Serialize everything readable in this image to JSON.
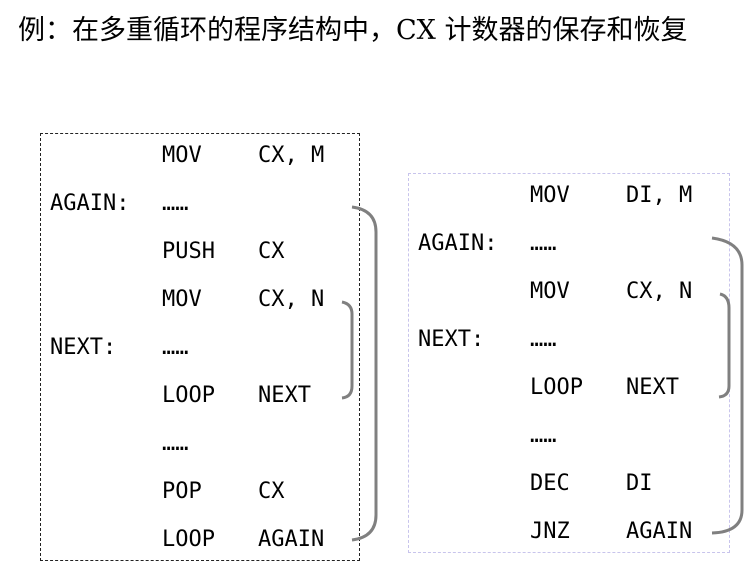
{
  "title": "例：在多重循环的程序结构中，CX 计数器的保存和恢复",
  "left_program": {
    "lines": [
      {
        "label": "",
        "op": "MOV",
        "arg": "CX, M"
      },
      {
        "label": "AGAIN:",
        "op": "……",
        "arg": ""
      },
      {
        "label": "",
        "op": "PUSH",
        "arg": "CX"
      },
      {
        "label": "",
        "op": "MOV",
        "arg": "CX, N"
      },
      {
        "label": "NEXT:",
        "op": "……",
        "arg": ""
      },
      {
        "label": "",
        "op": "LOOP",
        "arg": "NEXT"
      },
      {
        "label": "",
        "op": "……",
        "arg": ""
      },
      {
        "label": "",
        "op": "POP",
        "arg": "CX"
      },
      {
        "label": "",
        "op": "LOOP",
        "arg": "AGAIN"
      }
    ],
    "brackets": [
      {
        "name": "outer-loop",
        "from": "AGAIN",
        "to": "LOOP AGAIN"
      },
      {
        "name": "inner-loop",
        "from": "MOV CX, N",
        "to": "LOOP NEXT"
      }
    ]
  },
  "right_program": {
    "lines": [
      {
        "label": "",
        "op": "MOV",
        "arg": "DI, M"
      },
      {
        "label": "AGAIN:",
        "op": "……",
        "arg": ""
      },
      {
        "label": "",
        "op": "MOV",
        "arg": "CX, N"
      },
      {
        "label": "NEXT:",
        "op": "……",
        "arg": ""
      },
      {
        "label": "",
        "op": "LOOP",
        "arg": "NEXT"
      },
      {
        "label": "",
        "op": "……",
        "arg": ""
      },
      {
        "label": "",
        "op": "DEC",
        "arg": "DI"
      },
      {
        "label": "",
        "op": "JNZ",
        "arg": "AGAIN"
      }
    ],
    "brackets": [
      {
        "name": "outer-loop",
        "from": "AGAIN",
        "to": "JNZ AGAIN"
      },
      {
        "name": "inner-loop",
        "from": "MOV CX, N",
        "to": "LOOP NEXT"
      }
    ]
  },
  "colors": {
    "left_border": "#222222",
    "right_border": "#c8c4ec",
    "bracket": "#808080"
  }
}
